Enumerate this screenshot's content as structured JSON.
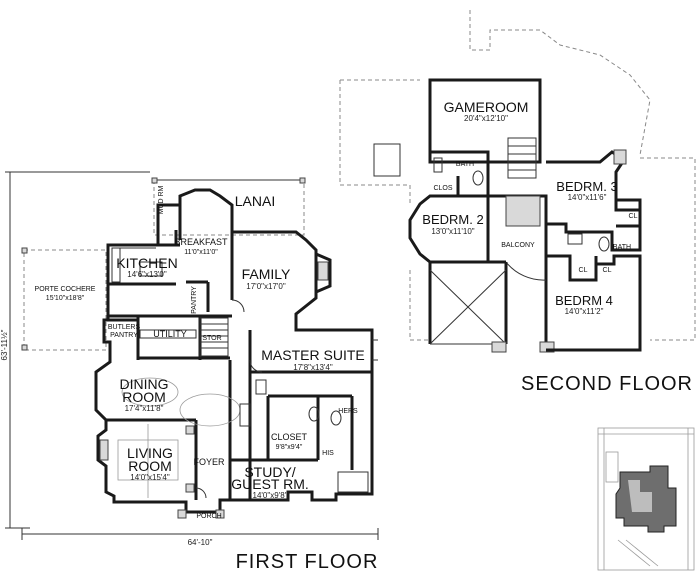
{
  "first_floor": {
    "title": "FIRST FLOOR",
    "overall_width": "64'-10\"",
    "overall_depth": "63'-11½\"",
    "rooms": {
      "lanai": "LANAI",
      "mud_rm": "MUD RM",
      "breakfast": "BREAKFAST",
      "breakfast_dim": "11'0\"x11'0\"",
      "kitchen": "KITCHEN",
      "kitchen_dim": "14'6\"x13'0\"",
      "family": "FAMILY",
      "family_dim": "17'0\"x17'0\"",
      "porte_cochere": "PORTE COCHERE",
      "porte_cochere_dim": "15'10\"x18'8\"",
      "pantry": "PANTRY",
      "butlers_pantry_1": "BUTLERS",
      "butlers_pantry_2": "PANTRY",
      "utility": "UTILITY",
      "stor": "STOR",
      "master_suite": "MASTER SUITE",
      "master_suite_dim": "17'8\"x13'4\"",
      "dining_room_1": "DINING",
      "dining_room_2": "ROOM",
      "dining_room_dim": "17'4\"x11'8\"",
      "closet": "CLOSET",
      "closet_dim": "9'8\"x9'4\"",
      "hers": "HERS",
      "his": "HIS",
      "living_room_1": "LIVING",
      "living_room_2": "ROOM",
      "living_room_dim": "14'0\"x15'4\"",
      "foyer": "FOYER",
      "study_1": "STUDY/",
      "study_2": "GUEST RM.",
      "study_dim": "14'0\"x9'8\"",
      "porch": "PORCH"
    }
  },
  "second_floor": {
    "title": "SECOND FLOOR",
    "rooms": {
      "gameroom": "GAMEROOM",
      "gameroom_dim": "20'4\"x12'10\"",
      "bath": "BATH",
      "clos": "CLOS",
      "bedrm2": "BEDRM. 2",
      "bedrm2_dim": "13'0\"x11'10\"",
      "balcony": "BALCONY",
      "bedrm3": "BEDRM. 3",
      "bedrm3_dim": "14'0\"x11'6\"",
      "cl_right": "CL",
      "bath_right": "BATH",
      "cl_mid": "CL",
      "cl_mid2": "CL",
      "bedrm4": "BEDRM 4",
      "bedrm4_dim": "14'0\"x11'2\""
    }
  },
  "site_plan": {
    "label": "site-plan-thumbnail"
  }
}
